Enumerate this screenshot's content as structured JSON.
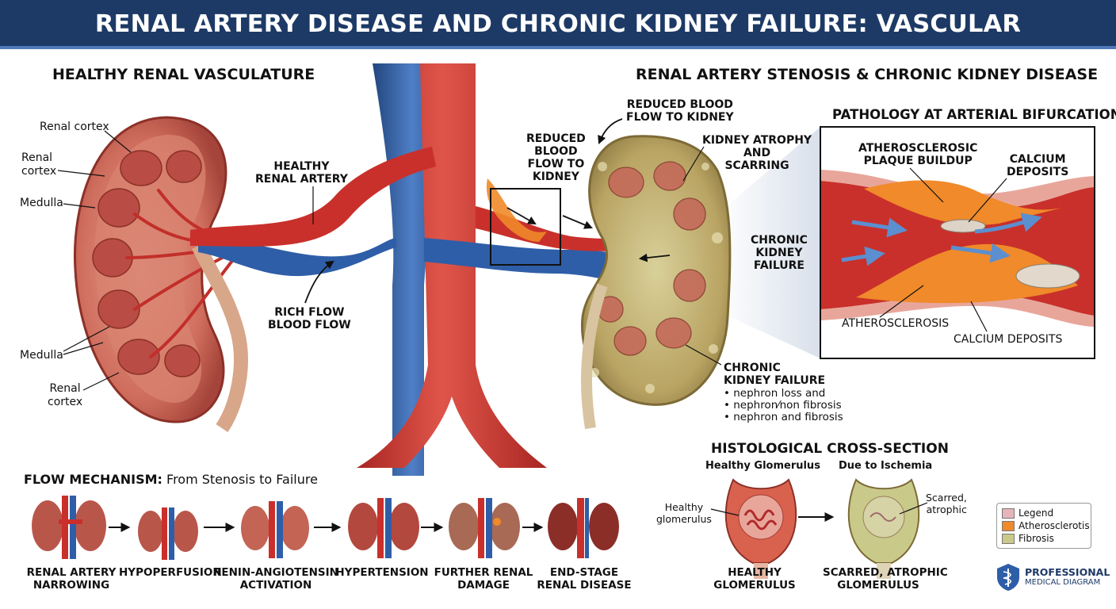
{
  "title": "RENAL ARTERY DISEASE AND CHRONIC KIDNEY FAILURE: VASCULAR CONNECTIONS",
  "healthy": {
    "heading": "HEALTHY RENAL VASCULATURE",
    "labels": {
      "cortex_top": "Renal cortex",
      "cortex_mid_1": "Renal",
      "cortex_mid_2": "cortex",
      "medulla_top": "Medulla",
      "medulla_bottom": "Medulla",
      "cortex_bottom_1": "Renal",
      "cortex_bottom_2": "cortex",
      "artery_1": "HEALTHY",
      "artery_2": "RENAL ARTERY",
      "flow_1": "RICH FLOW",
      "flow_2": "BLOOD FLOW"
    }
  },
  "stenosis": {
    "heading": "RENAL ARTERY STENOSIS & CHRONIC KIDNEY DISEASE",
    "reduced_top_1": "REDUCED BLOOD",
    "reduced_top_2": "FLOW TO KIDNEY",
    "reduced_left_1": "REDUCED",
    "reduced_left_2": "BLOOD",
    "reduced_left_3": "FLOW TO",
    "reduced_left_4": "KIDNEY",
    "atrophy_1": "KIDNEY ATROPHY",
    "atrophy_2": "AND",
    "atrophy_3": "SCARRING",
    "ckf_mid_1": "CHRONIC",
    "ckf_mid_2": "KIDNEY",
    "ckf_mid_3": "FAILURE",
    "ckf_bottom_1": "CHRONIC",
    "ckf_bottom_2": "KIDNEY FAILURE",
    "bullets": [
      "• nephron loss and",
      "• nephron⁄non fibrosis",
      "• nephron and fibrosis"
    ]
  },
  "pathology": {
    "heading": "PATHOLOGY AT ARTERIAL BIFURCATION",
    "plaque_1": "ATHEROSCLEROSIC",
    "plaque_2": "PLAQUE BUILDUP",
    "calcium_1": "CALCIUM",
    "calcium_2": "DEPOSITS",
    "athero": "ATHEROSCLEROSIS",
    "calcium_bottom": "CALCIUM DEPOSITS"
  },
  "flow_mechanism": {
    "heading_bold": "FLOW MECHANISM:",
    "heading_rest": " From Stenosis to Failure",
    "steps": [
      {
        "l1": "RENAL ARTERY",
        "l2": "NARROWING"
      },
      {
        "l1": "HYPOPERFUSION",
        "l2": ""
      },
      {
        "l1": "RENIN-ANGIOTENSIN",
        "l2": "ACTIVATION"
      },
      {
        "l1": "HYPERTENSION",
        "l2": ""
      },
      {
        "l1": "FURTHER RENAL",
        "l2": "DAMAGE"
      },
      {
        "l1": "END-STAGE",
        "l2": "RENAL DISEASE"
      }
    ]
  },
  "histology": {
    "heading": "HISTOLOGICAL CROSS-SECTION",
    "healthy_title": "Healthy Glomerulus",
    "ischemia_title": "Due to Ischemia",
    "healthy_lbl_1": "Healthy",
    "healthy_lbl_2": "glomerulus",
    "scarred_lbl_1": "Scarred,",
    "scarred_lbl_2": "atrophic",
    "healthy_caption_1": "HEALTHY",
    "healthy_caption_2": "GLOMERULUS",
    "scarred_caption_1": "SCARRED, ATROPHIC",
    "scarred_caption_2": "GLOMERULUS"
  },
  "legend": {
    "items": [
      {
        "label": "Legend",
        "color": "#e8b4bc"
      },
      {
        "label": "Atherosclerotis",
        "color": "#f08a2a"
      },
      {
        "label": "Fibrosis",
        "color": "#c9c98a"
      }
    ]
  },
  "badge": {
    "line1": "PROFESSIONAL",
    "line2": "MEDICAL DIAGRAM"
  },
  "colors": {
    "title_bg": "#1d3a66",
    "artery": "#c8322e",
    "vein": "#2f5ea8",
    "plaque": "#f08a2a",
    "fibrosis": "#c9c98a"
  }
}
